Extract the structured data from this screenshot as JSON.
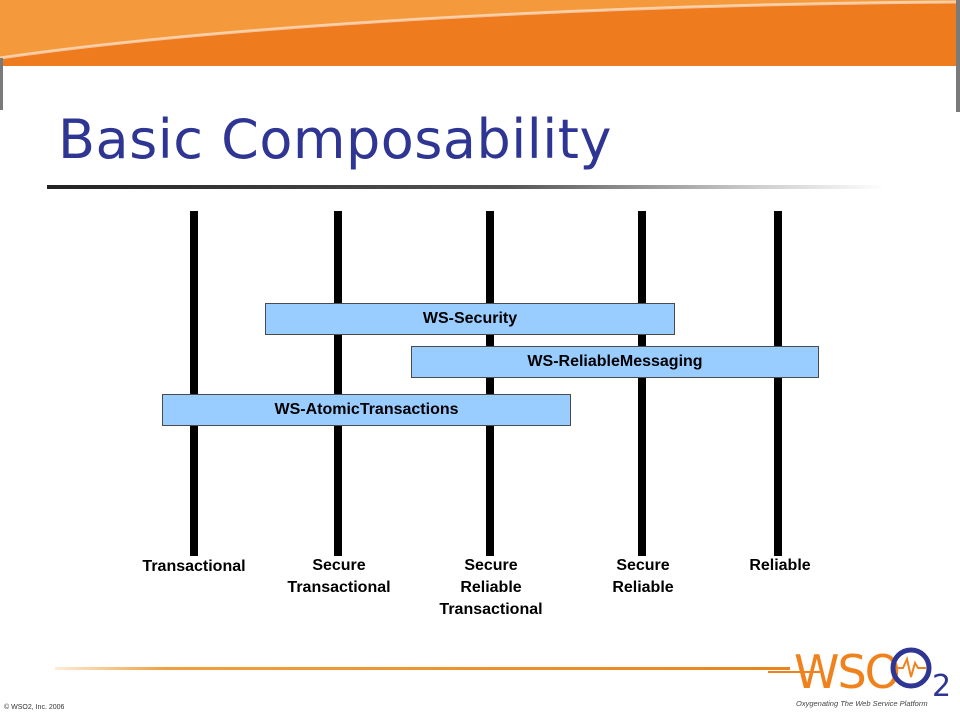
{
  "slide": {
    "title": "Basic Composability",
    "copyright": "© WSO2, Inc. 2006",
    "logo_text": "WSO",
    "logo_subscript": "2",
    "logo_tagline": "Oxygenating The Web Service Platform"
  },
  "columns": [
    {
      "label": "Transactional"
    },
    {
      "label": "Secure\nTransactional"
    },
    {
      "label": "Secure\nReliable\nTransactional"
    },
    {
      "label": "Secure\nReliable"
    },
    {
      "label": "Reliable"
    }
  ],
  "bars": [
    {
      "label": "WS-Security"
    },
    {
      "label": "WS-ReliableMessaging"
    },
    {
      "label": "WS-AtomicTransactions"
    }
  ],
  "colors": {
    "orange_banner": "#ef7b1f",
    "title_blue": "#2e3592",
    "bar_fill": "#99ccff",
    "logo_orange": "#f0821e",
    "logo_blue": "#2e3592"
  }
}
